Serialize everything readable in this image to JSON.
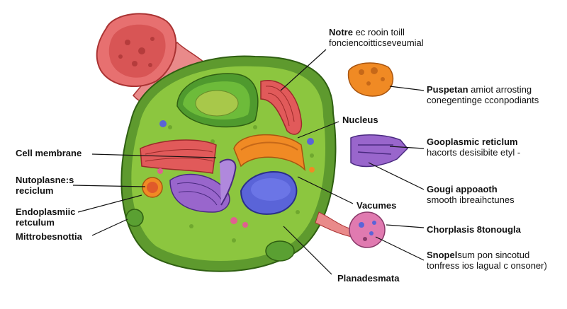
{
  "labels": {
    "notre": {
      "title": "Notre",
      "line1_rest": "ec rooin toill",
      "line2": "fonciencoitticseveumial"
    },
    "puspetan": {
      "title": "Puspetan",
      "line1_rest": "amiot arrosting",
      "line2": "conegentinge cconpodiants"
    },
    "nucleus": {
      "title": "Nucleus"
    },
    "gooplasmic": {
      "title": "Gooplasmic reticlum",
      "line2": "hacorts desisibite etyl -"
    },
    "gougi": {
      "title": "Gougi appoaoth",
      "line2": "smooth ibreaihctunes"
    },
    "vacumes": {
      "title": "Vacumes"
    },
    "chorplasis": {
      "title": "Chorplasis 8tonougla"
    },
    "snopel": {
      "title": "Snopel",
      "line1_rest": "sum pon sincotud",
      "line2": "tonfress ios lagual c onsoner)"
    },
    "planadesmata": {
      "title": "Planadesmata"
    },
    "cell_membrane": {
      "title": "Cell membrane"
    },
    "nutoplasne": {
      "line1": "Nutoplasne:s",
      "line2": "reciclum"
    },
    "endoplasmic": {
      "line1": "Endoplasmiic",
      "line2": "retculum"
    },
    "mittrobesnottia": {
      "title": "Mittrobesnottia"
    }
  },
  "colors": {
    "cytoplasm": "#8cc63f",
    "cell_wall": "#5e9a2e",
    "nucleus": "#5a64d8",
    "golgi": "#9966cc",
    "er": "#e15a5a",
    "mitochondria_orange": "#f08a24",
    "vesicle_pink": "#e06090",
    "chloroplast": "#6dbb3a"
  }
}
